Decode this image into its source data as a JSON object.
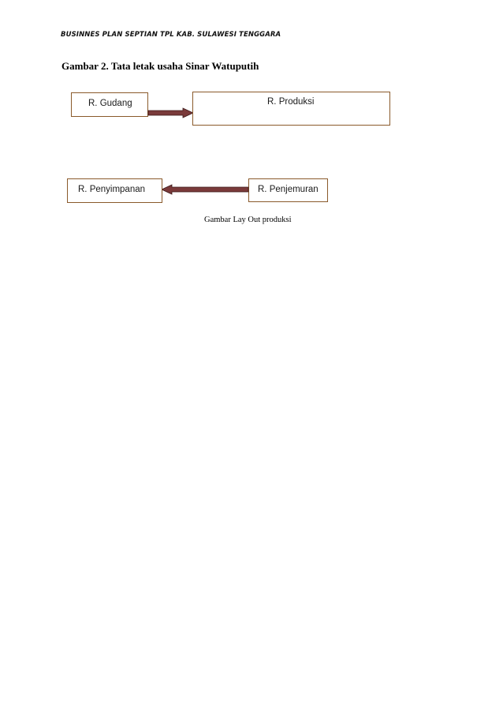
{
  "header": {
    "text": "BUSINNES PLAN SEPTIAN TPL KAB.  SULAWESI TENGGARA"
  },
  "figure": {
    "title": "Gambar 2. Tata letak usaha Sinar Watuputih",
    "caption": "Gambar Lay Out produksi",
    "boxes": {
      "gudang": "R. Gudang",
      "produksi": "R. Produksi",
      "penjemuran": "R. Penjemuran",
      "penyimpanan": "R. Penyimpanan"
    },
    "colors": {
      "box_border": "#8a5a2b",
      "arrow_fill": "#7a3a3a",
      "arrow_outline": "#3d1a1a"
    }
  }
}
